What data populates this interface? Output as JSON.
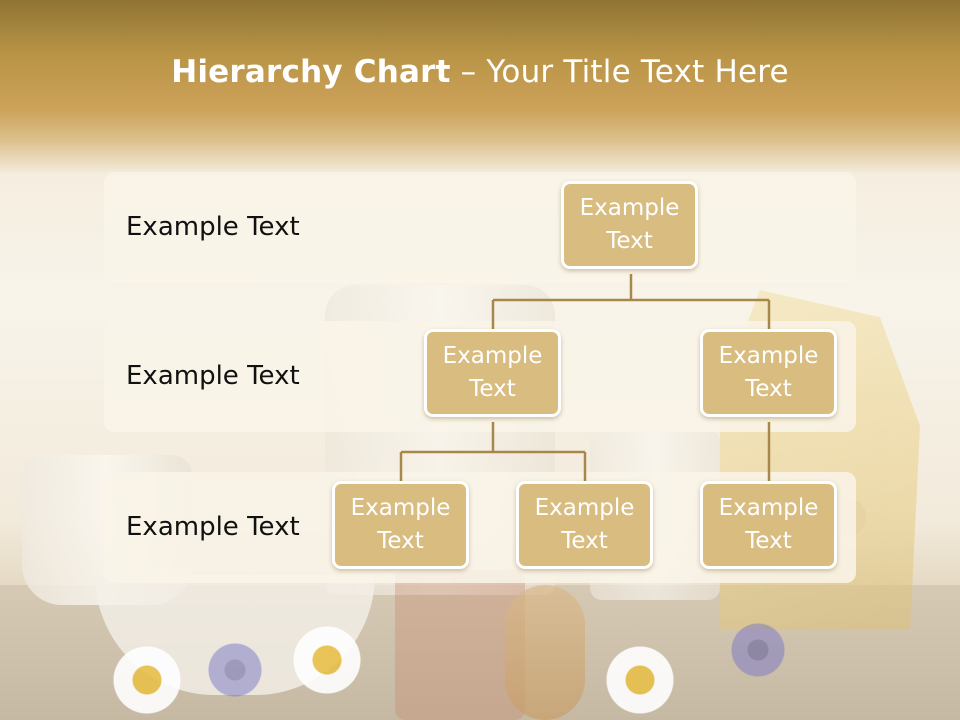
{
  "slide": {
    "title_bold": "Hierarchy Chart",
    "title_rest": " – Your Title Text Here"
  },
  "levels": [
    {
      "label": "Example Text"
    },
    {
      "label": "Example Text"
    },
    {
      "label": "Example Text"
    }
  ],
  "nodes": {
    "root": "Example\nText",
    "l2_left": "Example\nText",
    "l2_right": "Example\nText",
    "l3_a": "Example\nText",
    "l3_b": "Example\nText",
    "l3_c": "Example\nText"
  },
  "colors": {
    "node_fill": "#d8bc80",
    "node_border": "#ffffff",
    "connector": "#a8884a",
    "band": "#f9f4e8",
    "header": "#c9a254"
  }
}
